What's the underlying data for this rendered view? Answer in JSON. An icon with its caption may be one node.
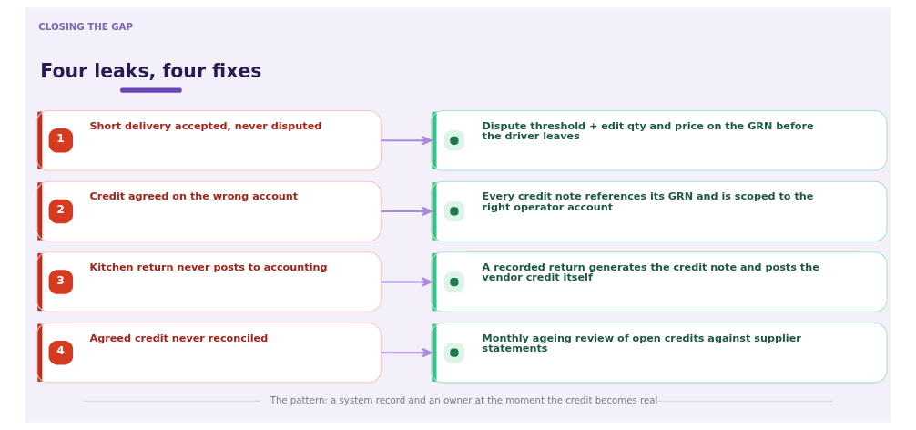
{
  "diagram": {
    "title": "Four leaks, four fixes",
    "caption": "The pattern: a system record and an owner at the moment the credit becomes real",
    "nodes": [
      {
        "text": [
          "1",
          "Short delivery accepted, never disputed"
        ]
      },
      {
        "text": [
          "Dispute threshold + edit qty and price on the GRN before the driver leaves"
        ]
      },
      {
        "text": [
          "2",
          "Credit agreed on the wrong account"
        ]
      },
      {
        "text": [
          "Every credit note references its GRN and is scoped to the right operator account"
        ]
      },
      {
        "text": [
          "3",
          "Kitchen return never posts to accounting"
        ]
      },
      {
        "text": [
          "A recorded return generates the credit note and posts the vendor credit itself"
        ]
      },
      {
        "text": [
          "4",
          "Agreed credit never reconciled"
        ]
      },
      {
        "text": [
          "Monthly ageing review of open credits against supplier statements"
        ]
      }
    ],
    "edges": [
      {
        "from": 0,
        "to": 1,
        "arrow": "to"
      },
      {
        "from": 2,
        "to": 3,
        "arrow": "to"
      },
      {
        "from": 4,
        "to": 5,
        "arrow": "to"
      },
      {
        "from": 6,
        "to": 7,
        "arrow": "to"
      }
    ],
    "labels": [
      "CLOSING THE GAP"
    ]
  }
}
